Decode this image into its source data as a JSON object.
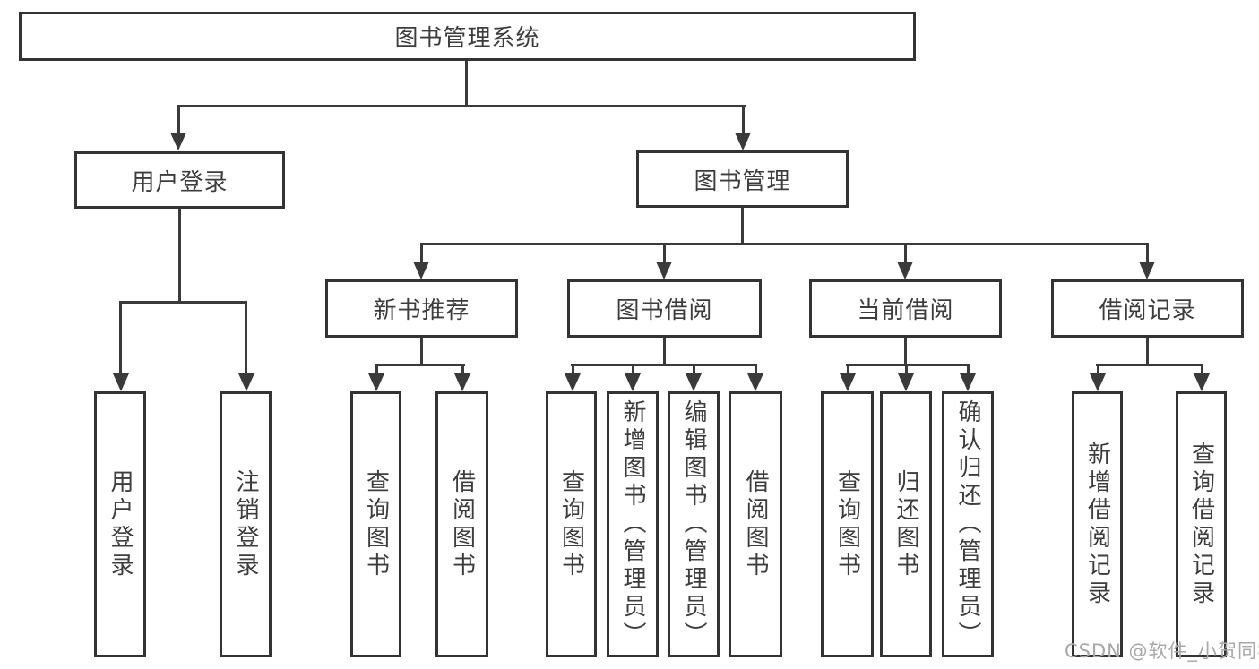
{
  "diagram": {
    "root": {
      "label": "图书管理系统"
    },
    "user_login": {
      "label": "用户登录",
      "children": [
        "用户登录",
        "注销登录"
      ]
    },
    "book_management": {
      "label": "图书管理",
      "sections": {
        "new_book_recommend": {
          "label": "新书推荐",
          "children": [
            "查询图书",
            "借阅图书"
          ]
        },
        "book_borrowing": {
          "label": "图书借阅",
          "children": [
            "查询图书",
            "新增图书（管理员）",
            "编辑图书（管理员）",
            "借阅图书"
          ]
        },
        "current_borrowing": {
          "label": "当前借阅",
          "children": [
            "查询图书",
            "归还图书",
            "确认归还（管理员）"
          ]
        },
        "borrowing_records": {
          "label": "借阅记录",
          "children": [
            "新增借阅记录",
            "查询借阅记录"
          ]
        }
      }
    }
  },
  "watermark": "CSDN @软件_小贺同学",
  "colors": {
    "background": "#ffffff",
    "box_fill": "#ffffff",
    "border": "#333333",
    "line": "#3a3a3a",
    "text": "#3d3d3d",
    "watermark": "#a8a8a8"
  }
}
